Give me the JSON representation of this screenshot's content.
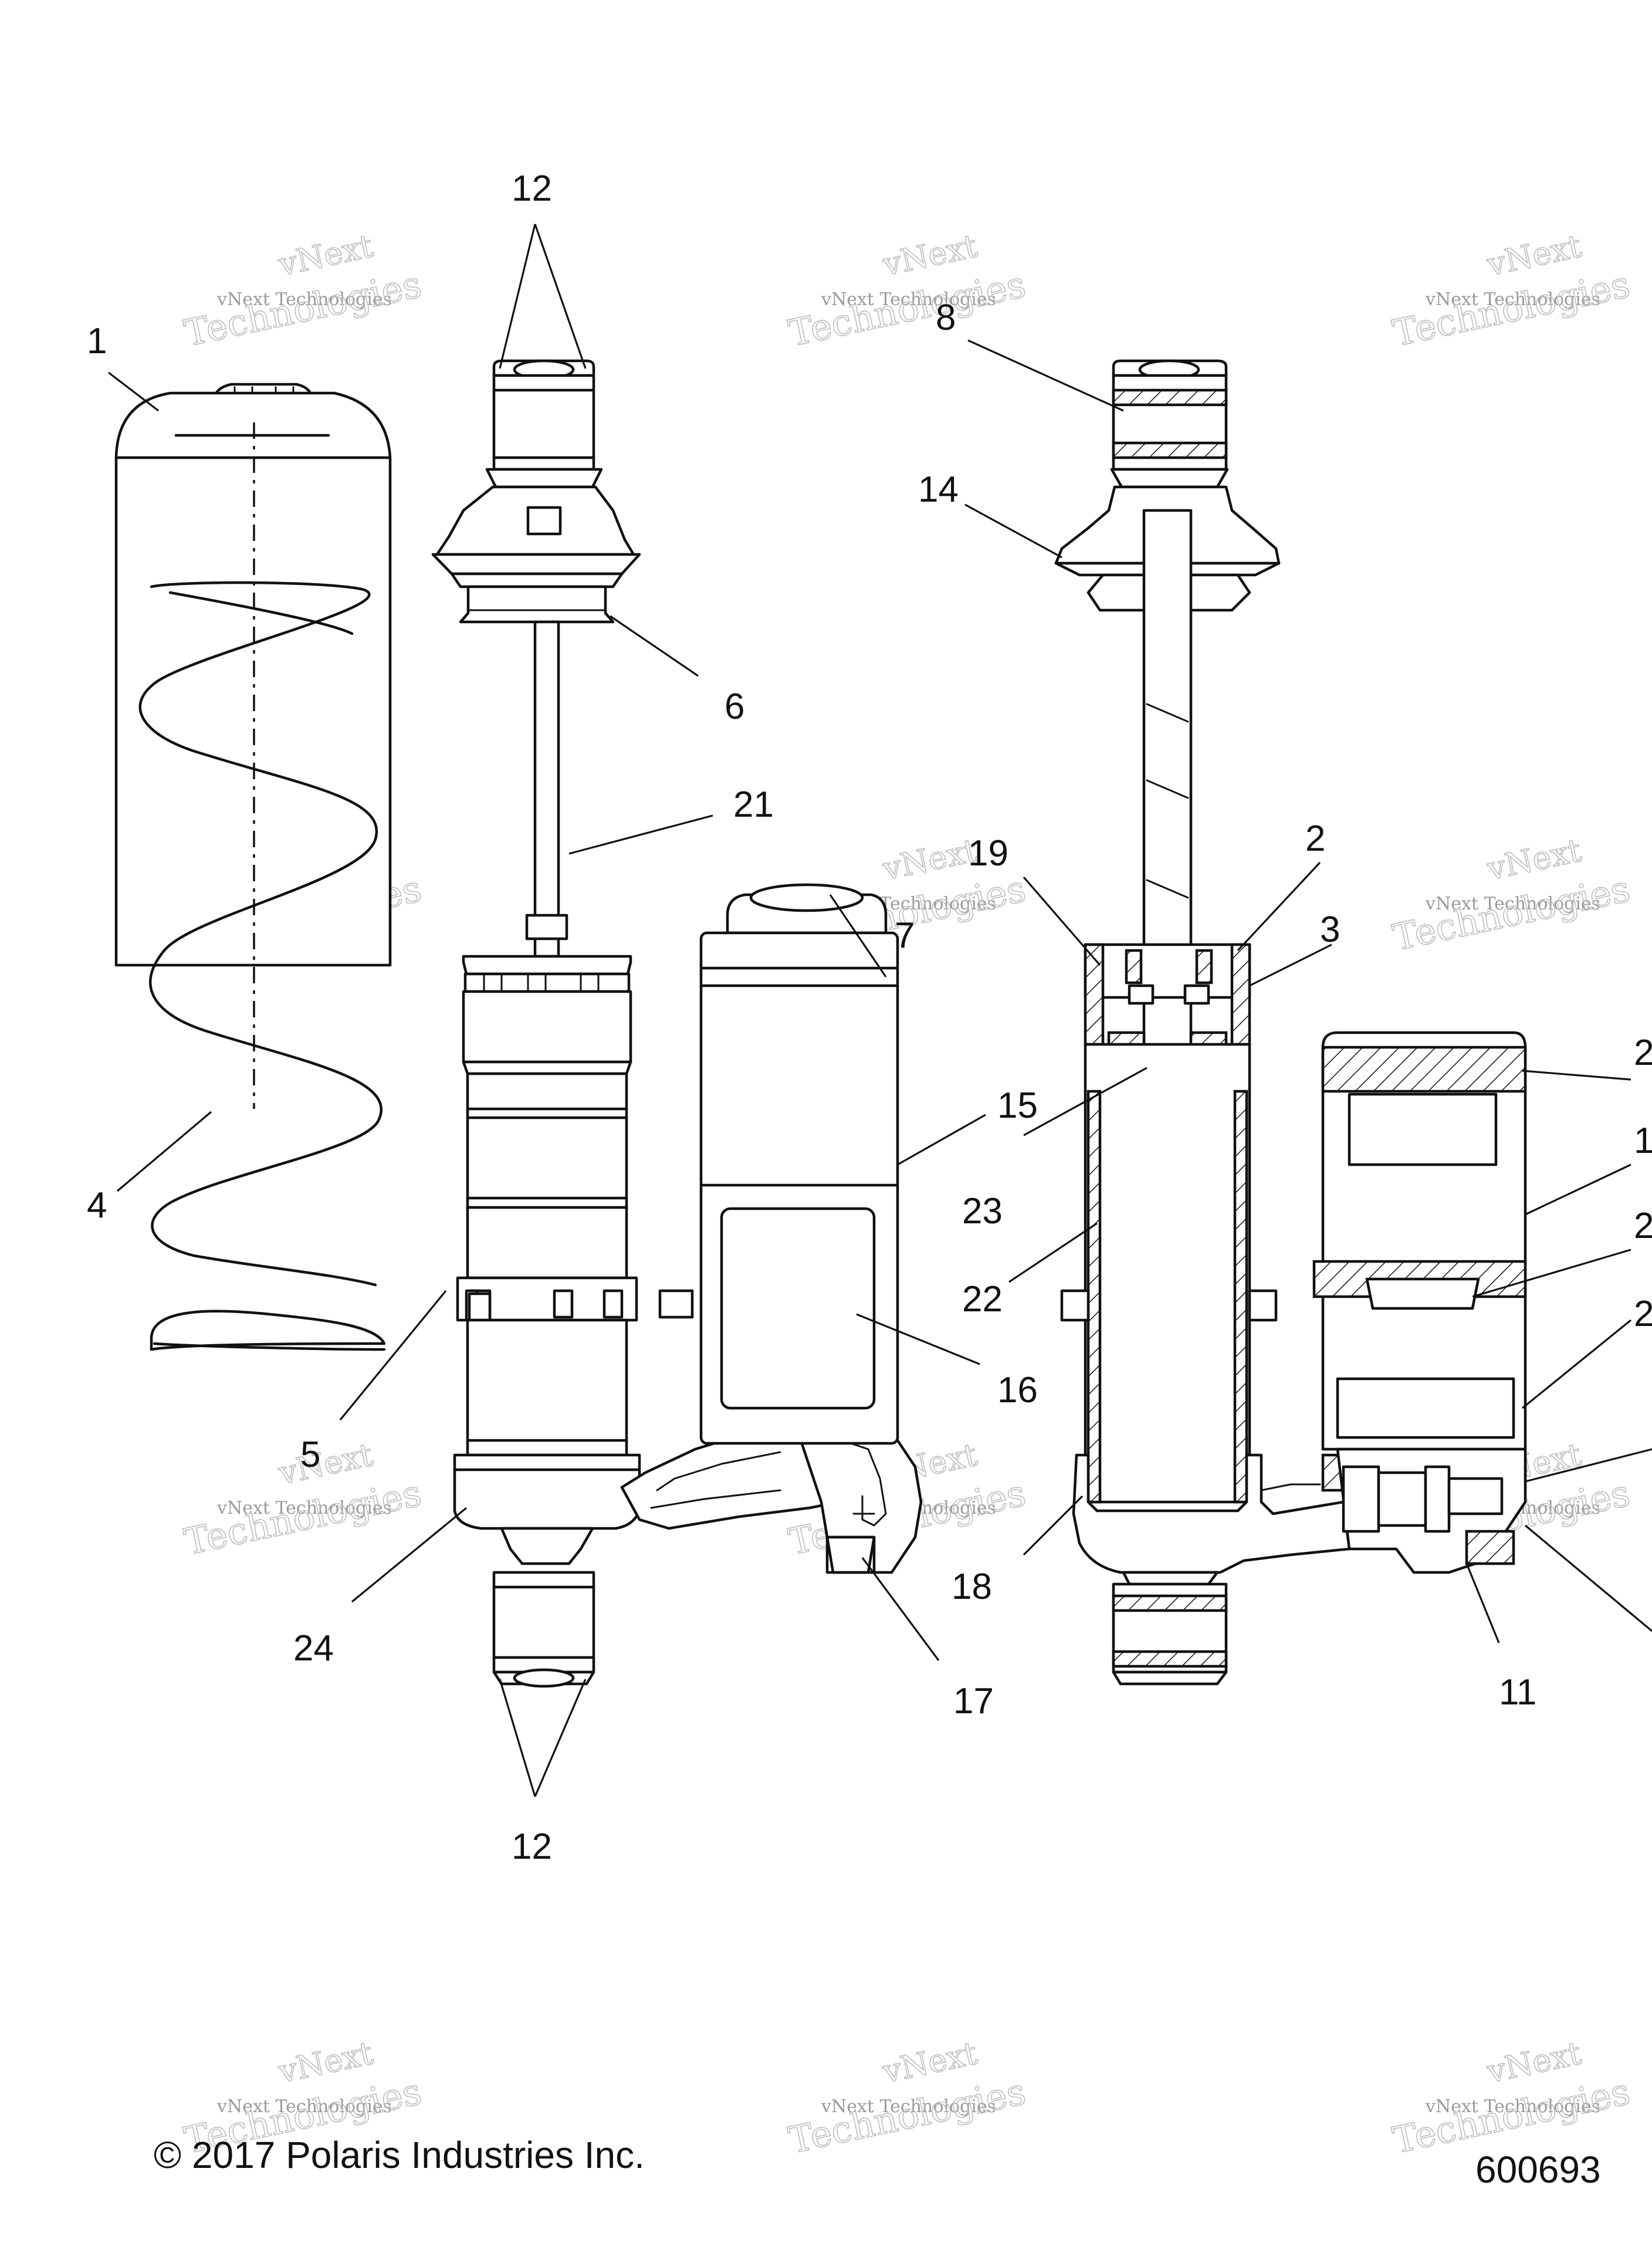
{
  "footer": {
    "copyright": "© 2017 Polaris Industries Inc.",
    "diagram_number": "600693"
  },
  "watermark": {
    "line1": "vNext",
    "line2": "vNext Technologies",
    "line3": "Technologies"
  },
  "callouts": {
    "c1": "1",
    "c2": "2",
    "c3": "3",
    "c4": "4",
    "c5": "5",
    "c6": "6",
    "c7": "7",
    "c8": "8",
    "c11": "11",
    "c12a": "12",
    "c12b": "12",
    "c14": "14",
    "c15": "15",
    "c16": "16",
    "c17": "17",
    "c18": "18",
    "c19": "19",
    "c21": "21",
    "c22": "22",
    "c23": "23",
    "c24": "24",
    "c_edge_a": "2",
    "c_edge_b": "1",
    "c_edge_c": "2",
    "c_edge_d": "2"
  }
}
